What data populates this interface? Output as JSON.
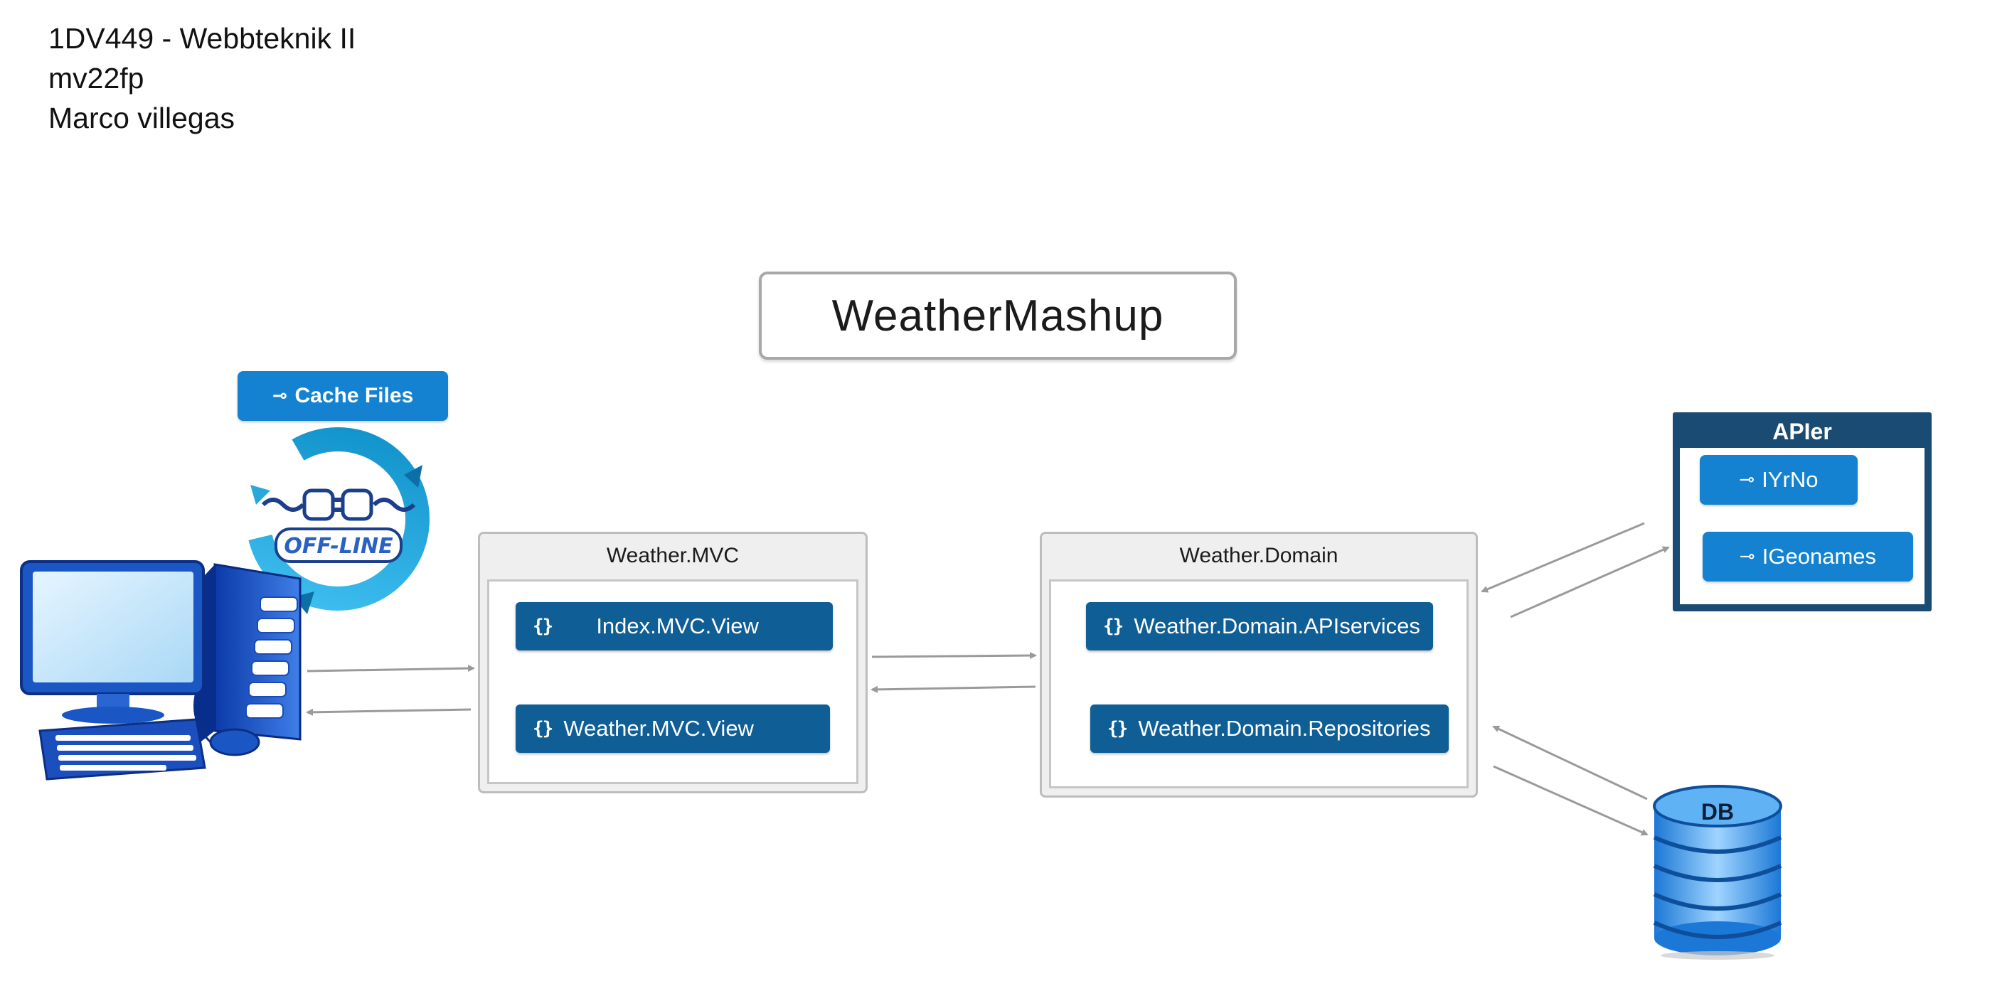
{
  "header": {
    "course": "1DV449 - Webbteknik II",
    "user_id": "mv22fp",
    "author": "Marco villegas"
  },
  "title": "WeatherMashup",
  "client": {
    "cache_label": "Cache Files",
    "offline_text": "OFF-LINE"
  },
  "mvc_layer": {
    "title": "Weather.MVC",
    "components": [
      "Index.MVC.View",
      "Weather.MVC.View"
    ]
  },
  "domain_layer": {
    "title": "Weather.Domain",
    "components": [
      "Weather.Domain.APIservices",
      "Weather.Domain.Repositories"
    ]
  },
  "apis": {
    "title": "APIer",
    "items": [
      "IYrNo",
      "IGeonames"
    ]
  },
  "database": {
    "label": "DB"
  },
  "icons": {
    "namespace": "namespace-icon",
    "interface": "interface-lollipop-icon",
    "computer": "desktop-computer-icon",
    "offline": "offline-plug-icon",
    "database": "database-cylinder-icon"
  },
  "colors": {
    "component_dark": "#0f5e95",
    "interface_light": "#1482d0",
    "api_container": "#1a4b72",
    "arrow": "#999999"
  }
}
